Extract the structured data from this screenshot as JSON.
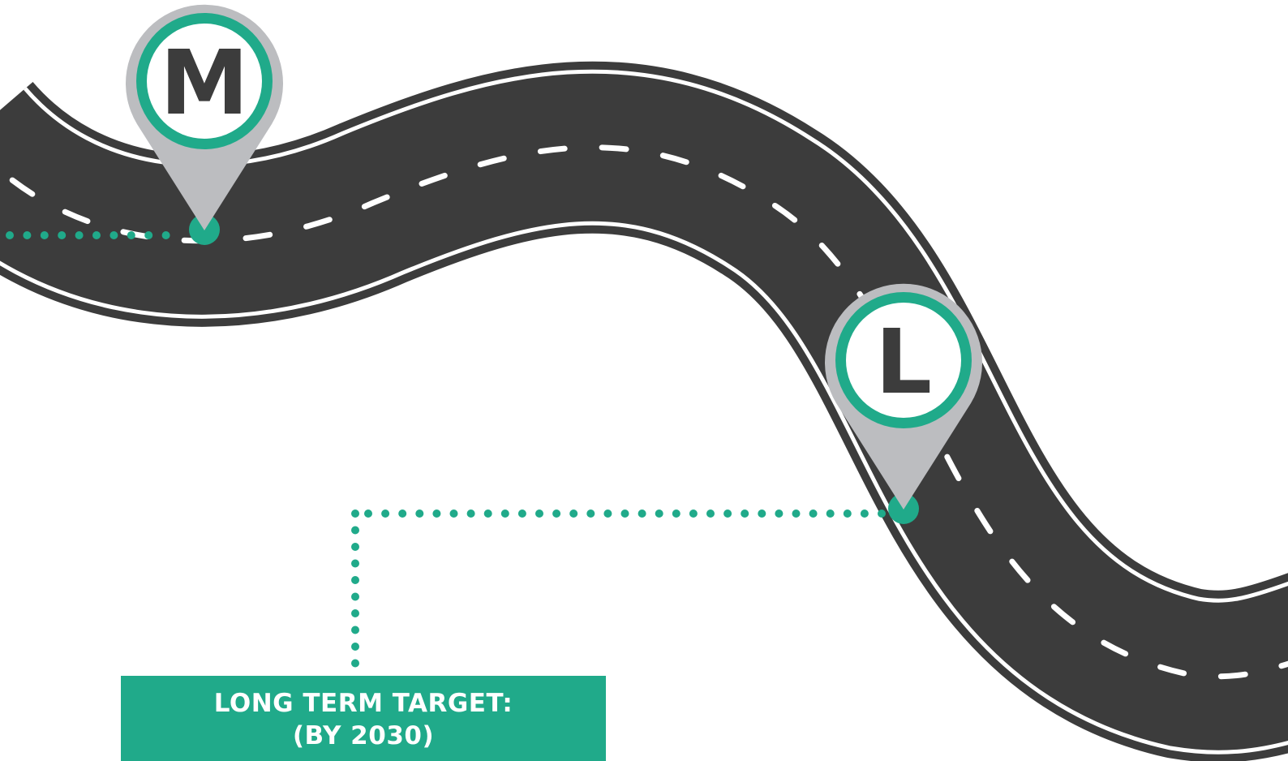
{
  "colors": {
    "background": "#ffffff",
    "road": "#3c3c3c",
    "road_line": "#ffffff",
    "accent": "#20aa8a",
    "pin": "#bcbdc0",
    "letter": "#3c3c3c"
  },
  "milestones": [
    {
      "letter": "M",
      "icon": "map-pin-icon"
    },
    {
      "letter": "L",
      "icon": "map-pin-icon"
    }
  ],
  "target": {
    "line1": "LONG TERM TARGET:",
    "line2": "(BY 2030)"
  }
}
